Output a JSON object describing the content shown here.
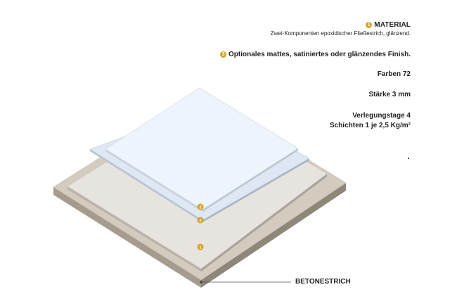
{
  "info": {
    "material": {
      "badge": "1",
      "title": "MATERIAL",
      "description": "Zwei-Komponenten epoxidischer Fließestrich, glänzend."
    },
    "finish": {
      "badge": "3",
      "text": "Optionales mattes, satiniertes oder glänzendes Finish."
    },
    "farben": "Farben 72",
    "staerke": "Stärke 3 mm",
    "verlegung": {
      "days": "Verlegungstage 4",
      "layers": "Schichten 1 je 2,5 Kg/m²"
    }
  },
  "layers": [
    {
      "badge": "2",
      "name": "top-layer",
      "color": "#eef4fb"
    },
    {
      "badge": "2",
      "name": "middle-layer",
      "color": "#dde8f4"
    },
    {
      "badge": "1",
      "name": "material-layer",
      "color": "#e7e3df"
    }
  ],
  "base": {
    "label": "BETONESTRICH",
    "color": "#d3cbbd"
  },
  "colors": {
    "badge": "#d3a321",
    "leader_line": "#555555"
  }
}
